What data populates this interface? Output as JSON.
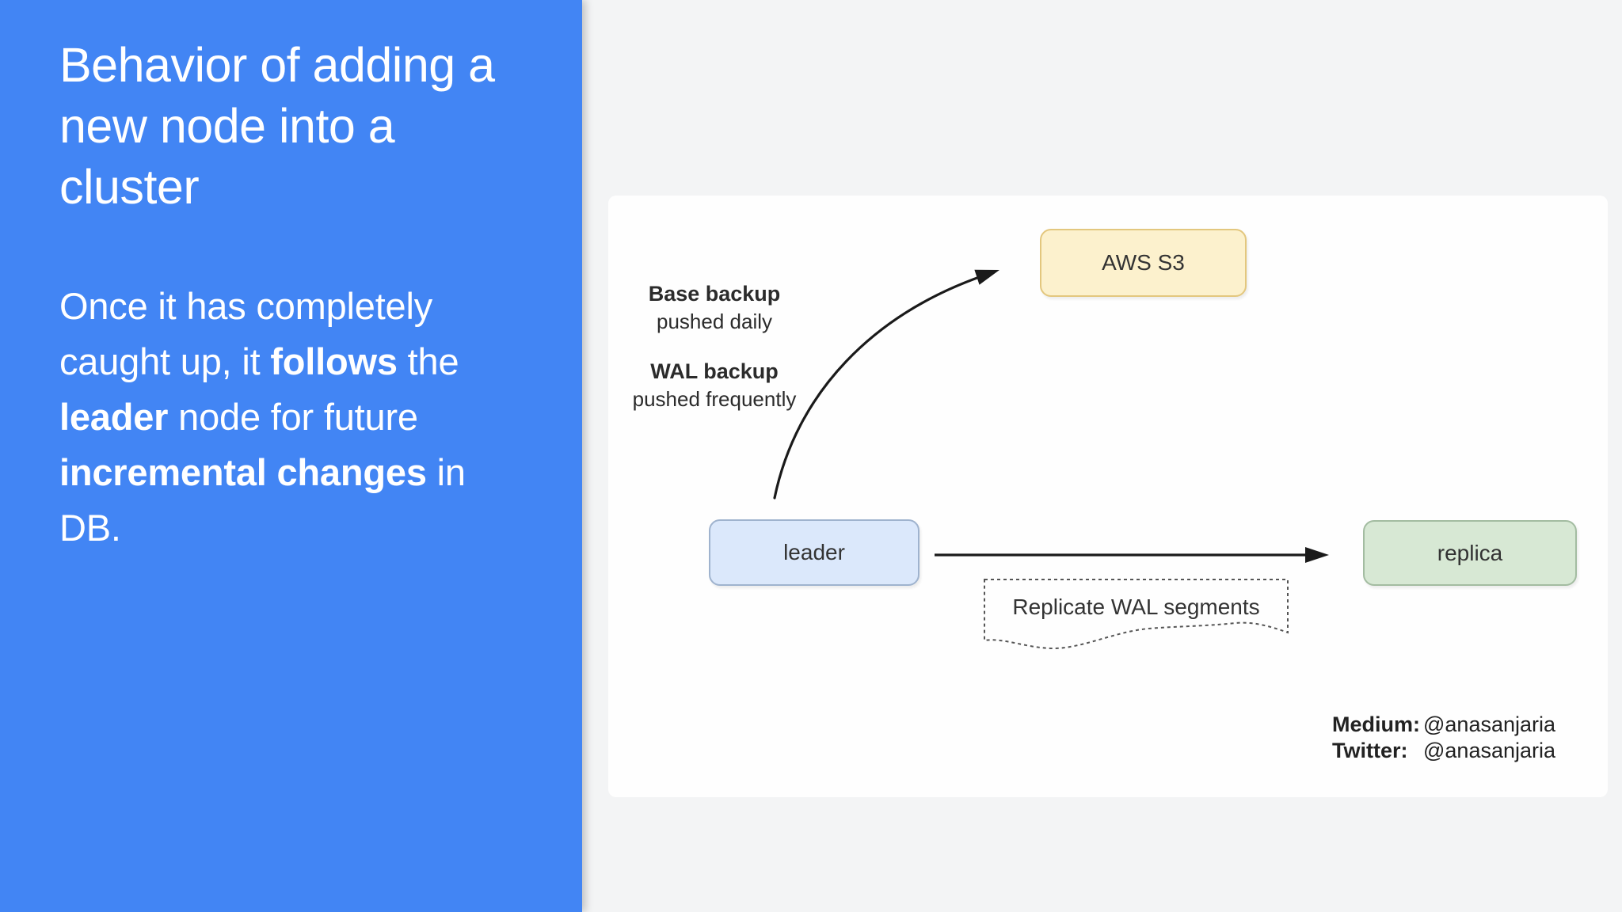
{
  "colors": {
    "panel_blue": "#4285F4",
    "background_gray": "#F3F4F5",
    "diagram_white": "#FEFEFE",
    "aws_fill": "#FCF1CD",
    "aws_border": "#E3C77E",
    "leader_fill": "#DBE8FB",
    "leader_border": "#9FB3CE",
    "replica_fill": "#D7E8D4",
    "replica_border": "#A3BCA1",
    "arrow_black": "#1A1A1A",
    "text_white": "#FFFFFF",
    "text_dark": "#333333"
  },
  "panel": {
    "title": "Behavior of adding a\nnew node into a\ncluster",
    "body_segments": [
      {
        "t": "Once it has completely\ncaught up, it "
      },
      {
        "t": "follows",
        "b": true
      },
      {
        "t": " the\n"
      },
      {
        "t": "leader",
        "b": true
      },
      {
        "t": " node for future\n"
      },
      {
        "t": "incremental changes",
        "b": true
      },
      {
        "t": " in\nDB."
      }
    ]
  },
  "diagram": {
    "aws_label": "AWS S3",
    "leader_label": "leader",
    "replica_label": "replica",
    "tape_label": "Replicate WAL segments",
    "backup_groups": [
      {
        "title": "Base backup",
        "sub": "pushed daily"
      },
      {
        "title": "WAL backup",
        "sub": "pushed frequently"
      }
    ],
    "attribution": [
      {
        "label": "Medium:",
        "value": "@anasanjaria"
      },
      {
        "label": "Twitter:",
        "value": "@anasanjaria"
      }
    ]
  }
}
